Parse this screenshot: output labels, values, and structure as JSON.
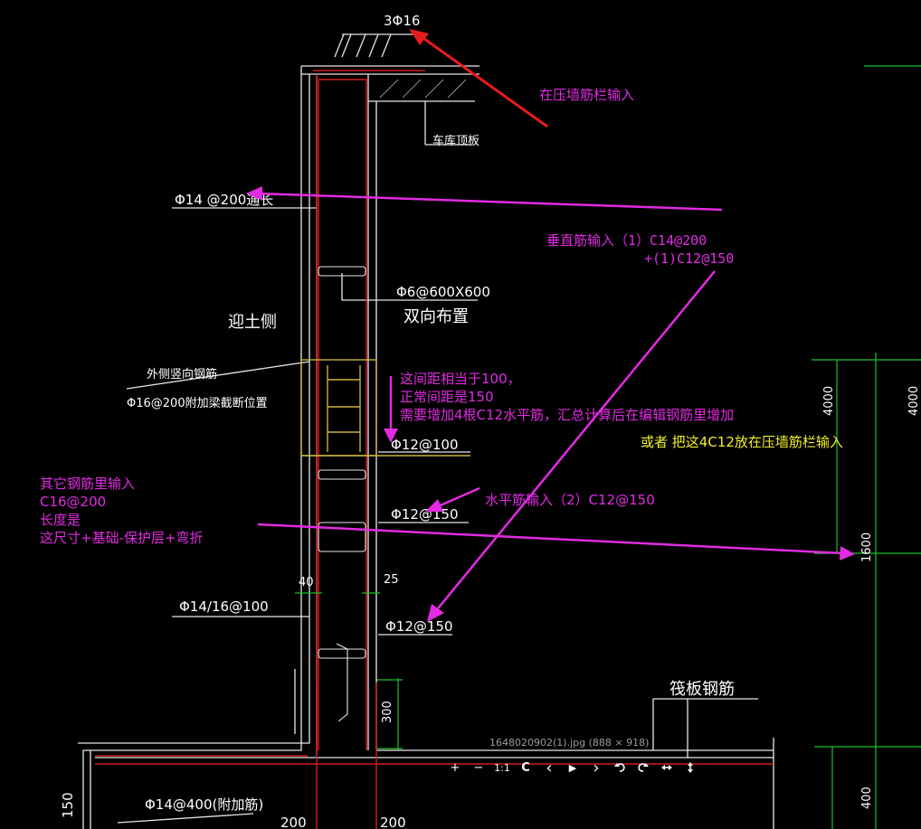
{
  "drawing": {
    "rebar_top": "3Φ16",
    "garage_slab": "车库顶板",
    "rebar_vertical": "Φ14 @200通长",
    "rebar_tie": "Φ6@600X600",
    "two_way": "双向布置",
    "soil_side": "迎土侧",
    "outer_vertical_label": "外侧竖向钢筋",
    "outer_vertical_spec": "Φ16@200附加梁截断位置",
    "rebar_h1": "Φ12@100",
    "rebar_h2": "Φ12@150",
    "rebar_h3": "Φ12@150",
    "rebar_bottom": "Φ14/16@100",
    "rebar_add": "Φ14@400(附加筋)",
    "dim_40": "40",
    "dim_25": "25",
    "dim_300": "300",
    "dim_200a": "200",
    "dim_200b": "200",
    "dim_150": "150",
    "dim_1600": "1600",
    "dim_4000": "4000",
    "dim_400": "400",
    "dim_right_top": "4000",
    "raft_rebar": "筏板钢筋"
  },
  "annotations": {
    "top_note": "在压墙筋栏输入",
    "vertical_note_line1": "垂直筋输入（1）C14@200",
    "vertical_note_line2": "+(1)C12@150",
    "spacing_line1": "这间距相当于100，",
    "spacing_line2": "正常间距是150",
    "spacing_line3": "需要增加4根C12水平筋，汇总计算后在编辑钢筋里增加",
    "or_note": "或者 把这4C12放在压墙筋栏输入",
    "horizontal_note": "水平筋输入（2）C12@150",
    "other_line1": "其它钢筋里输入",
    "other_line2": "C16@200",
    "other_line3": "长度是",
    "other_line4": "这尺寸+基础-保护层+弯折"
  },
  "viewer": {
    "caption": "1648020902(1).jpg (888 × 918)",
    "toolbar": {
      "zoom_in": "+",
      "zoom_out": "−",
      "actual_size": "1:1",
      "reload": "C",
      "prev": "‹",
      "play": "▶",
      "next": "›"
    }
  },
  "colors": {
    "background": "#000000",
    "annotation": "#e22be2",
    "arrow_red": "#e81c1c",
    "dim_green": "#19c12a",
    "highlight_yellow": "#c9b23a",
    "note_yellow": "#f2ef2a"
  }
}
